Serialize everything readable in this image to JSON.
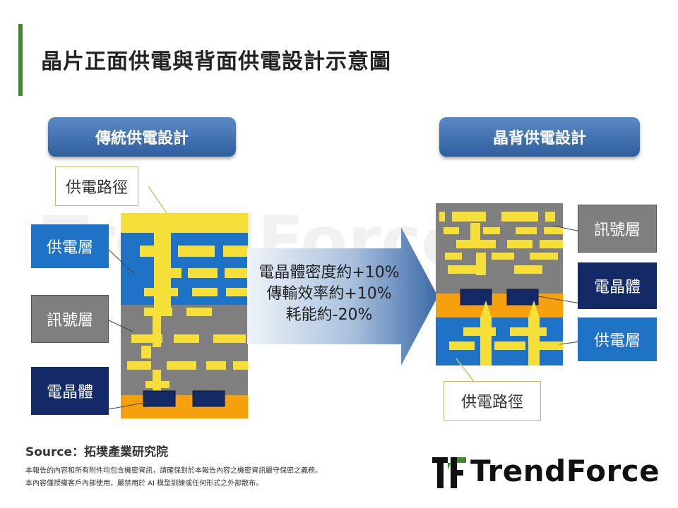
{
  "title": "晶片正面供電與背面供電設計示意圖",
  "left_header": "傳統供電設計",
  "right_header": "晶背供電設計",
  "left_labels": {
    "power_path": "供電路徑",
    "power_layer": "供電層",
    "signal_layer": "訊號層",
    "transistor": "電晶體"
  },
  "right_labels": {
    "signal_layer": "訊號層",
    "transistor": "電晶體",
    "power_layer": "供電層",
    "power_path": "供電路徑"
  },
  "arrow_lines": [
    "電晶體密度約+10%",
    "傳輸效率約+10%",
    "耗能約-20%"
  ],
  "source": "Source：拓墣產業研究院",
  "disclaimer": [
    "本報告的內容和所有附件均包含機密資訊，請確保對於本報告內容之機密資訊嚴守保密之義務。",
    "本內容僅授權客戶內部使用，嚴禁用於 AI 模型訓練或任何形式之外部散布。"
  ],
  "watermark": "TrendForce",
  "logo": "TrendForce",
  "colors": {
    "accent_green": "#3f8a2e",
    "power_blue": "#1f73c6",
    "signal_gray": "#7f7f7f",
    "transistor_navy": "#142a66",
    "wire_yellow": "#f7df3a",
    "substrate_orange": "#f5a00c"
  }
}
